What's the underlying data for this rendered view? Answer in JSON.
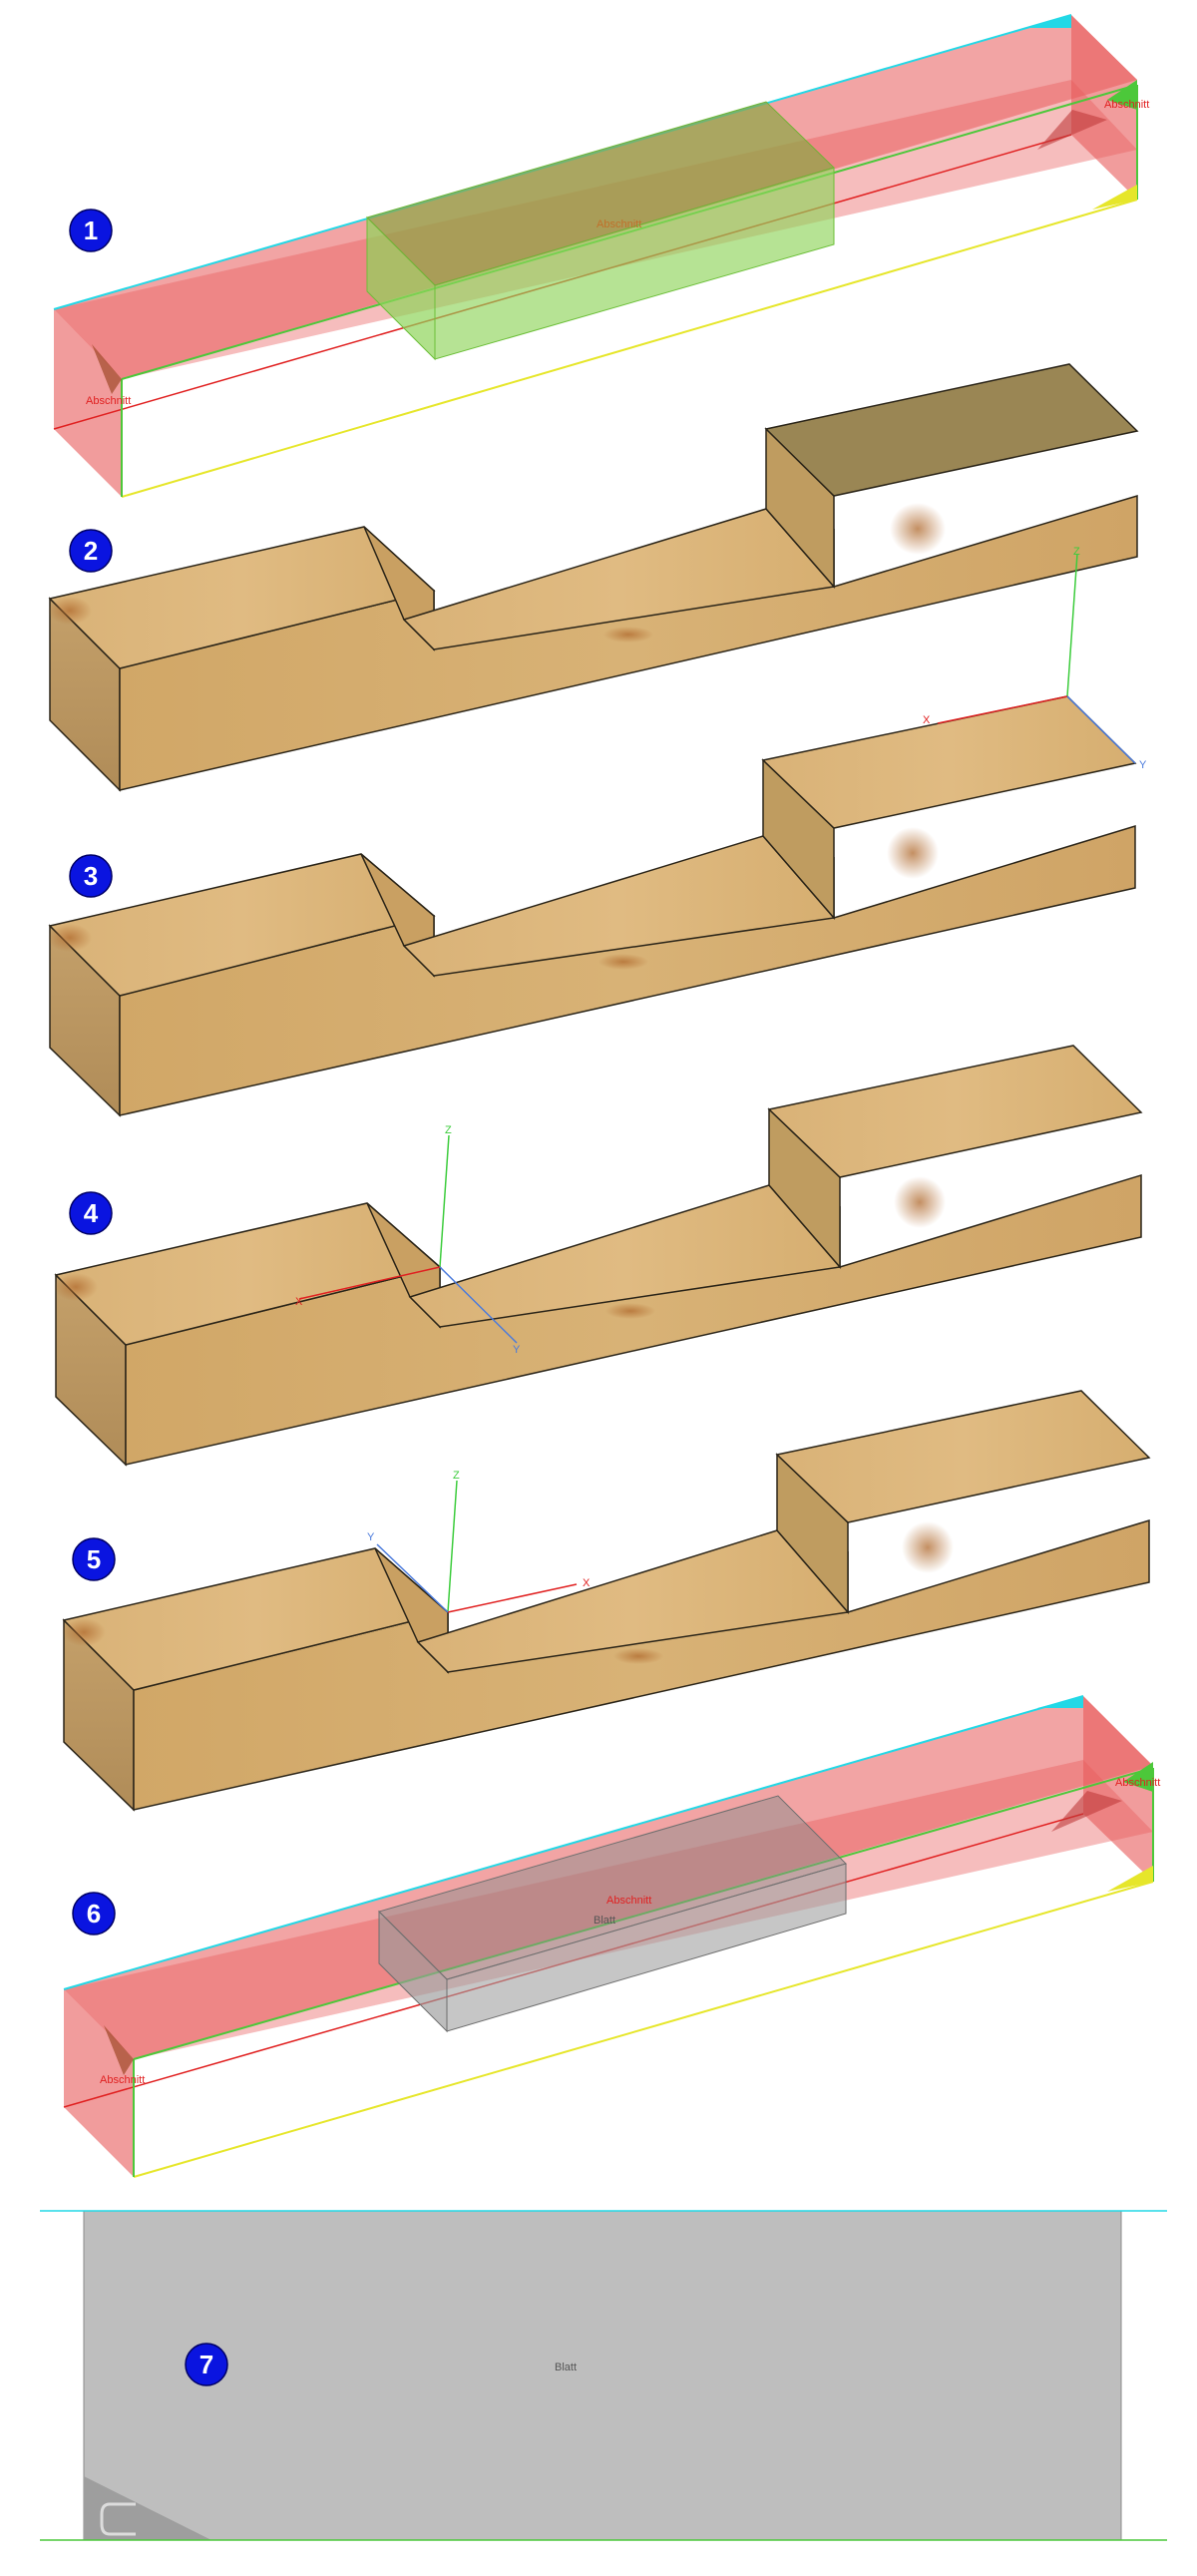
{
  "steps": [
    {
      "number": "1",
      "labels": {
        "section_right": "Abschnitt",
        "section_left": "Abschnitt",
        "center": "Abschnitt"
      }
    },
    {
      "number": "2"
    },
    {
      "number": "3",
      "axes": {
        "x": "X",
        "y": "Y",
        "z": "Z"
      }
    },
    {
      "number": "4",
      "axes": {
        "x": "X",
        "y": "Y",
        "z": "Z"
      }
    },
    {
      "number": "5",
      "axes": {
        "x": "X",
        "y": "Y",
        "z": "Z"
      }
    },
    {
      "number": "6",
      "labels": {
        "section_right": "Abschnitt",
        "section_left": "Abschnitt",
        "center_top": "Abschnitt",
        "center": "Blatt"
      }
    },
    {
      "number": "7",
      "labels": {
        "center": "Blatt"
      }
    }
  ],
  "colors": {
    "badge": "#0a14e0",
    "badge_text": "#ffffff",
    "section_red": "#e85a5a",
    "cyan_line": "#22d8e6",
    "yellow_line": "#e6e62a",
    "green_line": "#4cc83a",
    "green_box": "#8fd45a",
    "grey_box": "#8c8c8c",
    "wood_top": "#d4ac6e",
    "wood_front": "#c89e62",
    "wood_end": "#b8945c",
    "edge": "#2a2418",
    "axis_x": "#e02020",
    "axis_y": "#4a7adc",
    "axis_z": "#3ccc3c",
    "panel_grey": "#bebebe"
  }
}
